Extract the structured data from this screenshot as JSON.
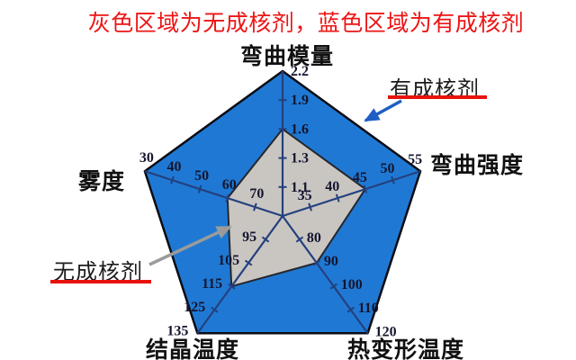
{
  "title": {
    "text": "灰色区域为无成核剂，蓝色区域为有成核剂",
    "color": "#ec1515"
  },
  "annotations": {
    "with_agent": {
      "label": "有成核剂"
    },
    "without_agent": {
      "label": "无成核剂"
    }
  },
  "chart_data": {
    "type": "radar",
    "title": "灰色区域为无成核剂，蓝色区域为有成核剂",
    "axes": [
      {
        "label": "弯曲模量",
        "ticks": [
          "1.1",
          "1.3",
          "1.6",
          "1.9",
          "2.2"
        ]
      },
      {
        "label": "弯曲强度",
        "ticks": [
          "35",
          "40",
          "45",
          "50",
          "55"
        ]
      },
      {
        "label": "热变形温度",
        "ticks": [
          "80",
          "90",
          "100",
          "110",
          "120"
        ]
      },
      {
        "label": "结晶温度",
        "ticks": [
          "95",
          "105",
          "115",
          "125",
          "135"
        ]
      },
      {
        "label": "雾度",
        "ticks": [
          "70",
          "60",
          "50",
          "40",
          "30"
        ]
      }
    ],
    "tick_fractions": [
      0.2,
      0.4,
      0.6,
      0.8,
      1.0
    ],
    "series": [
      {
        "name": "有成核剂",
        "fill": "#1f79d4",
        "values": [
          "2.2",
          "55",
          "120",
          "135",
          "30"
        ],
        "fractions": [
          1,
          1,
          1,
          1,
          1
        ]
      },
      {
        "name": "无成核剂",
        "fill": "#c9c6c2",
        "values": [
          "1.6",
          "45",
          "90",
          "115",
          "60"
        ],
        "fractions": [
          0.6,
          0.6,
          0.4,
          0.6,
          0.4
        ]
      }
    ],
    "colors": {
      "blue_region": "#1f79d4",
      "gray_region": "#c9c6c2",
      "spoke": "#24407e",
      "pentagon_outline": "#0c0c14",
      "gray_outline": "#26262c",
      "tick_label": "#15152e",
      "axis_title": "#111111",
      "annotation_red": "#e8120c",
      "arrow_blue": "#1f5fc4",
      "arrow_gray": "#9b9b9b"
    }
  }
}
